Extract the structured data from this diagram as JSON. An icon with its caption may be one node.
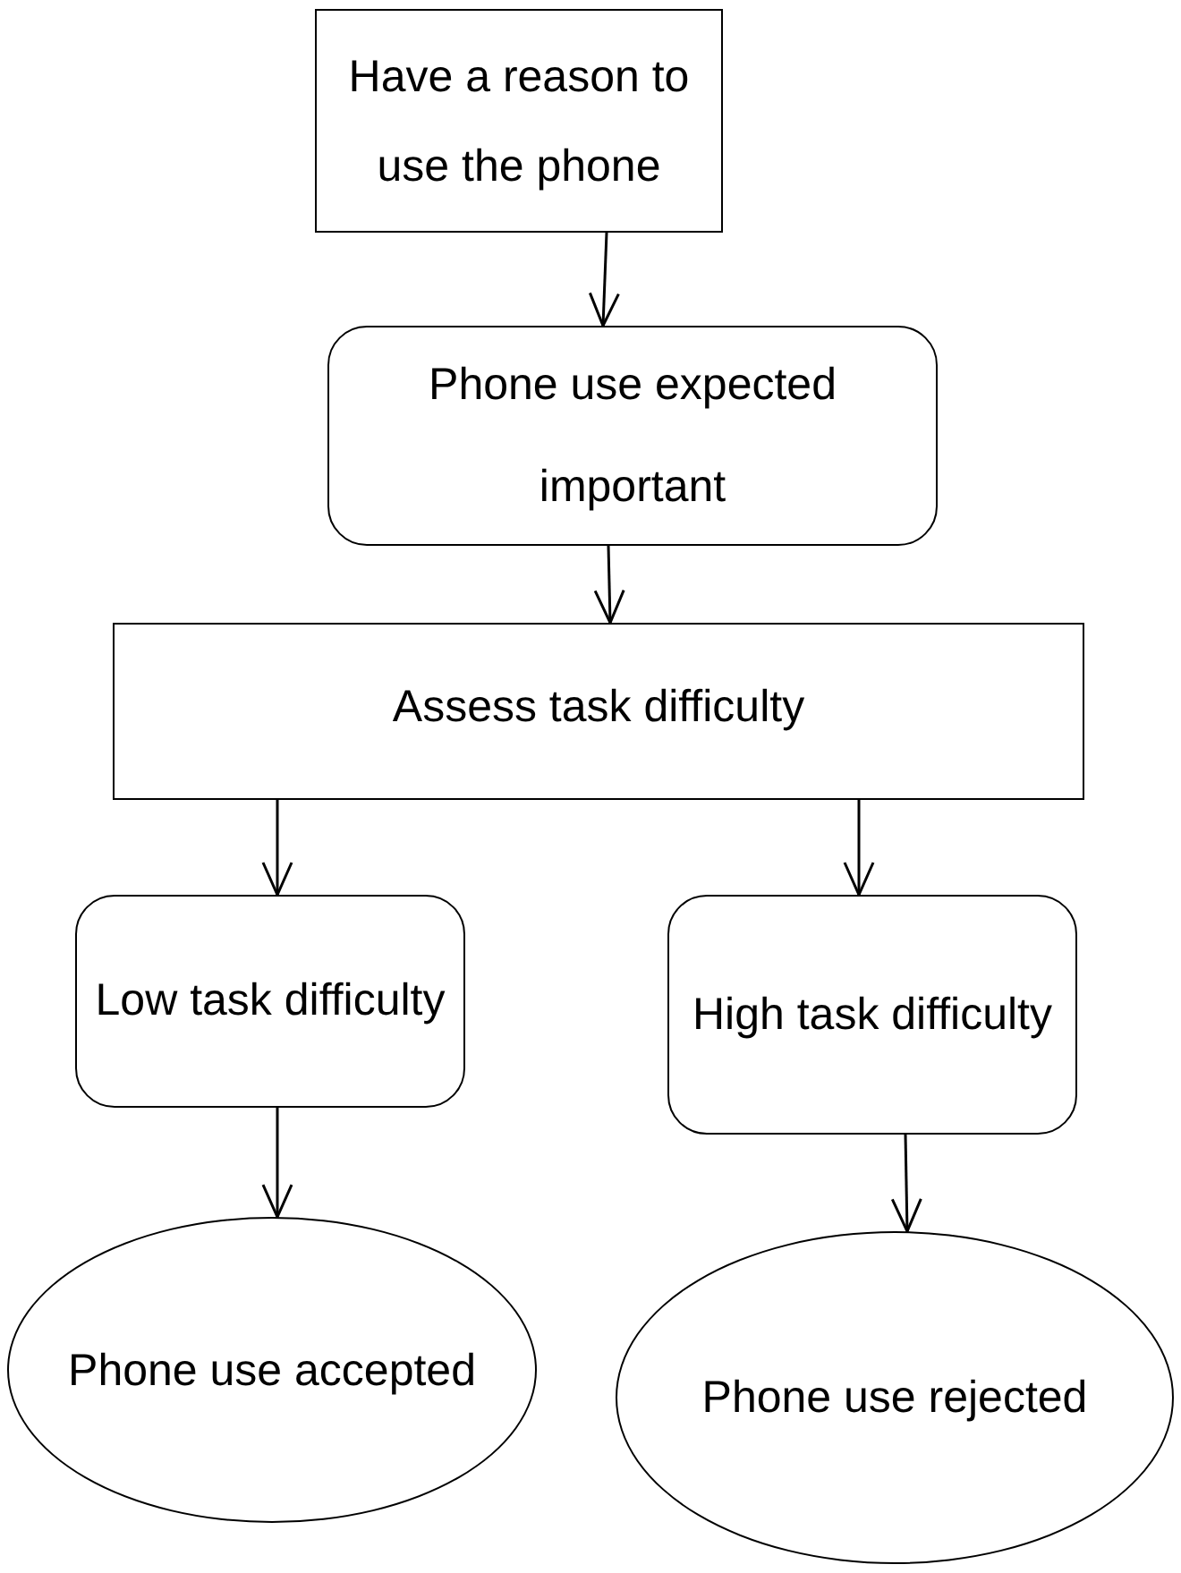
{
  "diagram": {
    "nodes": [
      {
        "text": [
          "Have a reason to use the phone"
        ]
      },
      {
        "text": [
          "Phone use expected important"
        ]
      },
      {
        "text": [
          "Assess task difficulty"
        ]
      },
      {
        "text": [
          "Low task difficulty"
        ]
      },
      {
        "text": [
          "High task difficulty"
        ]
      },
      {
        "text": [
          "Phone use accepted"
        ]
      },
      {
        "text": [
          "Phone use rejected"
        ]
      }
    ],
    "edges": [
      {
        "from": 0,
        "to": 1,
        "arrow": "to"
      },
      {
        "from": 1,
        "to": 2,
        "arrow": "to"
      },
      {
        "from": 2,
        "to": 3,
        "arrow": "to"
      },
      {
        "from": 2,
        "to": 4,
        "arrow": "to"
      },
      {
        "from": 3,
        "to": 5,
        "arrow": "to"
      },
      {
        "from": 4,
        "to": 6,
        "arrow": "to"
      }
    ]
  }
}
